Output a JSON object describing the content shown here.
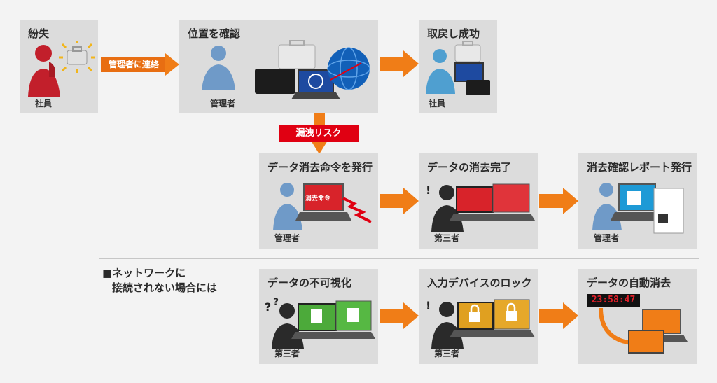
{
  "boxes": {
    "lost": {
      "title": "紛失",
      "role": "社員"
    },
    "locate": {
      "title": "位置を確認",
      "role": "管理者"
    },
    "recovered": {
      "title": "取戻し成功",
      "role": "社員"
    },
    "erase_cmd": {
      "title": "データ消去命令を発行",
      "role": "管理者",
      "screen_text": "消去命令"
    },
    "erase_done": {
      "title": "データの消去完了",
      "role": "第三者"
    },
    "report": {
      "title": "消去確認レポート発行",
      "role": "管理者"
    },
    "invisible": {
      "title": "データの不可視化",
      "role": "第三者"
    },
    "lock": {
      "title": "入力デバイスのロック",
      "role": "第三者"
    },
    "auto_erase": {
      "title": "データの自動消去",
      "role": "",
      "timer": "23:58:47"
    }
  },
  "labels": {
    "contact_admin": "管理者に連絡",
    "leak_risk": "漏洩リスク"
  },
  "section_note": {
    "line1": "■ネットワークに",
    "line2": "接続されない場合には"
  },
  "colors": {
    "arrow": "#f07d17",
    "risk": "#e00012",
    "box": "#dcdcdc",
    "person_admin": "#6f9ac8",
    "person_employee": "#c21f2b",
    "person_third": "#2a2a2a"
  }
}
